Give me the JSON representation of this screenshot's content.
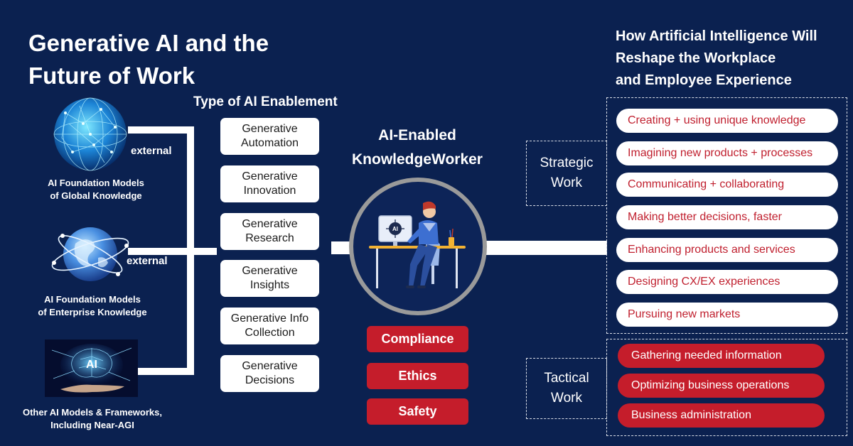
{
  "header": {
    "title": "Generative AI and the\nFuture of Work",
    "right_title": "How Artificial Intelligence Will\nReshape the Workplace\nand Employee Experience"
  },
  "sources": [
    {
      "label": "AI Foundation Models\nof Global Knowledge",
      "tag": "external",
      "icon": "globe-network-icon"
    },
    {
      "label": "AI Foundation Models\nof Enterprise Knowledge",
      "tag": "external",
      "icon": "globe-orbit-icon"
    },
    {
      "label": "Other AI Models & Frameworks,\nIncluding Near-AGI",
      "icon": "ai-brain-icon"
    }
  ],
  "enablement": {
    "heading": "Type of AI Enablement",
    "items": [
      "Generative\nAutomation",
      "Generative\nInnovation",
      "Generative\nResearch",
      "Generative\nInsights",
      "Generative Info\nCollection",
      "Generative\nDecisions"
    ]
  },
  "worker": {
    "title": "AI-Enabled\nKnowledgeWorker",
    "icon": "worker-at-desk-icon",
    "chip_text": "AI",
    "guardrails": [
      "Compliance",
      "Ethics",
      "Safety"
    ]
  },
  "strategic": {
    "label": "Strategic\nWork",
    "items": [
      "Creating + using unique knowledge",
      "Imagining new products + processes",
      "Communicating + collaborating",
      "Making better decisions, faster",
      "Enhancing products and services",
      "Designing CX/EX experiences",
      "Pursuing new markets"
    ]
  },
  "tactical": {
    "label": "Tactical\nWork",
    "items": [
      "Gathering needed information",
      "Optimizing business operations",
      "Business administration"
    ]
  },
  "colors": {
    "background": "#0b2150",
    "accent_red": "#c51d2b",
    "text_red": "#c01f2e",
    "white": "#ffffff"
  }
}
